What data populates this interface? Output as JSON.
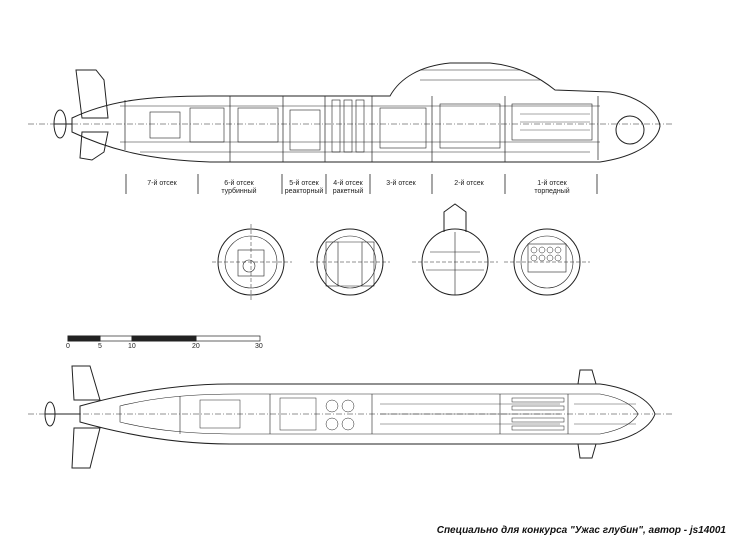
{
  "compartments": [
    {
      "name": "7-й отсек",
      "sub": ""
    },
    {
      "name": "6-й отсек",
      "sub": "турбинный"
    },
    {
      "name": "5-й отсек",
      "sub": "реакторный"
    },
    {
      "name": "4-й отсек",
      "sub": "ракетный"
    },
    {
      "name": "3-й отсек",
      "sub": ""
    },
    {
      "name": "2-й отсек",
      "sub": ""
    },
    {
      "name": "1-й отсек",
      "sub": "торпедный"
    }
  ],
  "scale": {
    "ticks": [
      "0",
      "5",
      "10",
      "20",
      "30"
    ]
  },
  "credit": "Специально для конкурса \"Ужас глубин\", автор - js14001"
}
